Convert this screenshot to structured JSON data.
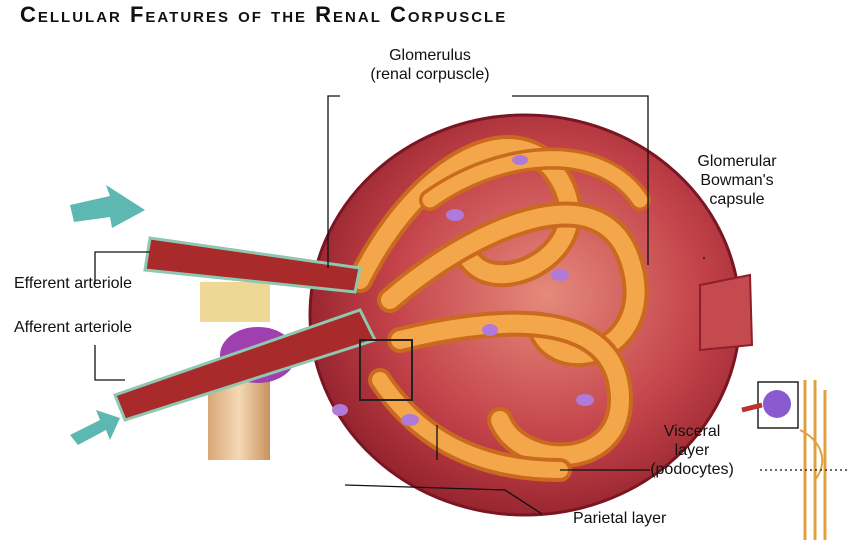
{
  "title": "Cellular Features of the Renal Corpuscle",
  "labels": {
    "glomerulus_line1": "Glomerulus",
    "glomerulus_line2": "(renal corpuscle)",
    "capsule_line1": "Glomerular",
    "capsule_line2": "Bowman's",
    "capsule_line3": "capsule",
    "efferent": "Efferent arteriole",
    "afferent": "Afferent arteriole",
    "visceral_line1": "Visceral",
    "visceral_line2": "layer",
    "visceral_line3": "(podocytes)",
    "parietal": "Parietal layer"
  },
  "colors": {
    "capsule": "#b8323b",
    "capsule_light": "#d9706a",
    "capillary": "#f0a040",
    "capillary_dark": "#c96a1e",
    "vessel": "#a82a2a",
    "vessel_edge": "#8fc7b0",
    "podocyte": "#b07ad8",
    "tubule": "#e9c49a",
    "arrow": "#5cb8b0"
  }
}
